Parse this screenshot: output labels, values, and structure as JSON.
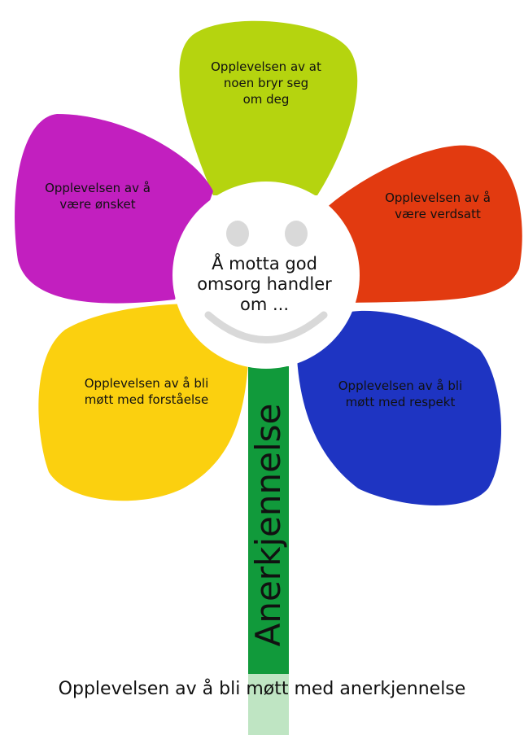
{
  "colors": {
    "green_petal": "#b5d40f",
    "red_petal": "#e23a10",
    "blue_petal": "#1e34c2",
    "yellow_petal": "#fbd00f",
    "purple_petal": "#c21fbf",
    "stem": "#119a3b",
    "stem_light": "#bfe5c3",
    "face": "#d9d9d9"
  },
  "center": {
    "text": "Å motta god\nomsorg handler\nom ..."
  },
  "petals": {
    "top": "Opplevelsen av at\nnoen bryr seg\nom deg",
    "right": "Opplevelsen av å\nvære verdsatt",
    "lower_right": "Opplevelsen av å bli\nmøtt med respekt",
    "lower_left": "Opplevelsen av å bli\nmøtt med forståelse",
    "left": "Opplevelsen av å\nvære ønsket"
  },
  "stem_label": "Anerkjennelse",
  "bottom_caption": "Opplevelsen av å bli møtt med anerkjennelse"
}
